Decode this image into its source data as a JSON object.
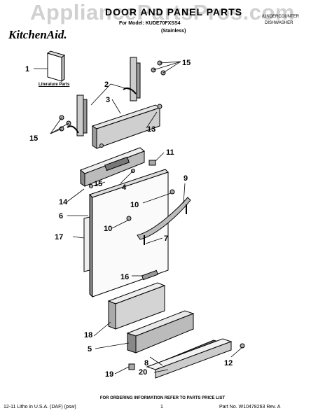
{
  "header": {
    "watermark": "AppliancePartsPros.com",
    "brand": "KitchenAid.",
    "title": "DOOR AND PANEL PARTS",
    "model": "For Model: KUDE70FXSS4",
    "finish": "(Stainless)",
    "product_type_line1": "(UNDERCOUNTER",
    "product_type_line2": "DISHWASHER"
  },
  "diagram": {
    "literature_label": "Literature Parts",
    "callouts": [
      "1",
      "2",
      "3",
      "4",
      "5",
      "6",
      "7",
      "8",
      "9",
      "10",
      "10",
      "11",
      "12",
      "13",
      "14",
      "15",
      "15",
      "15",
      "16",
      "17",
      "18",
      "19",
      "20"
    ]
  },
  "footer": {
    "order_note": "FOR ORDERING INFORMATION REFER TO PARTS PRICE LIST",
    "print_info": "12-11 Litho in U.S.A. (DAF) (psw)",
    "page_number": "1",
    "part_number": "Part No. W10478263 Rev. A"
  }
}
